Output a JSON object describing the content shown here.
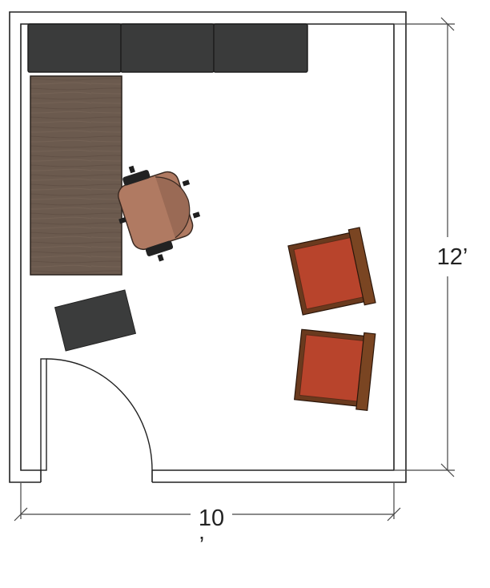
{
  "dimensions": {
    "width_label": "10",
    "width_label_mark": "’",
    "height_label": "12’"
  },
  "colors": {
    "walls": "#222222",
    "cabinets": "#3a3b3b",
    "desk_wood": "#6b5a4e",
    "office_chair_seat": "#b07a62",
    "guest_chair_seat": "#b8442c",
    "guest_chair_frame": "#6a3a1e",
    "rug": "#3b3c3c"
  },
  "furniture": {
    "cabinets": {
      "name": "upper-cabinets",
      "count": 3,
      "icon": "cabinet-block"
    },
    "desk": {
      "name": "desk",
      "icon": "wood-desk"
    },
    "office_chair": {
      "name": "office-chair",
      "icon": "swivel-chair"
    },
    "guest_chairs": {
      "name": "guest-chairs",
      "count": 2,
      "icon": "armchair"
    },
    "rug": {
      "name": "floor-mat",
      "icon": "mat"
    },
    "door": {
      "name": "door",
      "icon": "door-swing-arc"
    }
  }
}
